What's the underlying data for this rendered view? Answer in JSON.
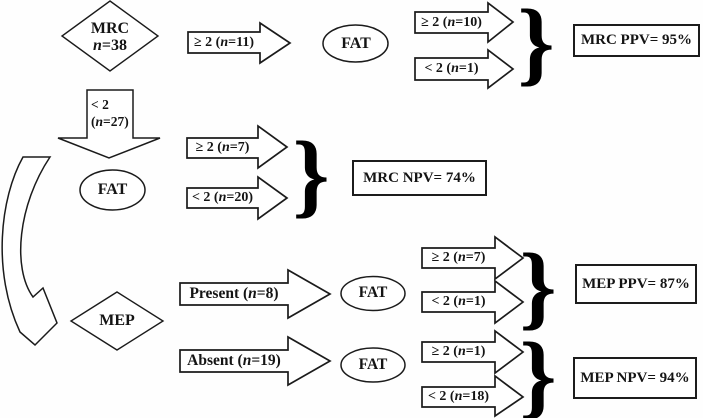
{
  "figure": {
    "brace_glyph": "}",
    "nodes": {
      "mrc_title": "MRC",
      "mrc_sub_n": "n",
      "mrc_sub_rest": "=38",
      "fat_top": "FAT",
      "fat_mid": "FAT",
      "fat_present": "FAT",
      "fat_absent": "FAT",
      "mep": "MEP"
    },
    "branch_arrows": {
      "mrc_ge2": {
        "pre": "≥ 2 (",
        "n": "n",
        "post": "=11)"
      },
      "top_fat_ge2": {
        "pre": "≥ 2 (",
        "n": "n",
        "post": "=10)"
      },
      "top_fat_lt2": {
        "pre": "< 2 (",
        "n": "n",
        "post": "=1)"
      },
      "mid_fat_ge2": {
        "pre": "≥ 2 (",
        "n": "n",
        "post": "=7)"
      },
      "mid_fat_lt2": {
        "pre": "< 2 (",
        "n": "n",
        "post": "=20)"
      },
      "mep_present": {
        "pre": "Present (",
        "n": "n",
        "post": "=8)"
      },
      "mep_absent": {
        "pre": "Absent (",
        "n": "n",
        "post": "=19)"
      },
      "pres_fat_ge2": {
        "pre": "≥ 2 (",
        "n": "n",
        "post": "=7)"
      },
      "pres_fat_lt2": {
        "pre": "< 2 (",
        "n": "n",
        "post": "=1)"
      },
      "abs_fat_ge2": {
        "pre": "≥ 2 (",
        "n": "n",
        "post": "=1)"
      },
      "abs_fat_lt2": {
        "pre": "< 2 (",
        "n": "n",
        "post": "=18)"
      }
    },
    "down_arrow": {
      "line1": "< 2",
      "line2_pre": "(",
      "line2_n": "n",
      "line2_post": "=27)"
    },
    "results": {
      "mrc_ppv": "MRC PPV= 95%",
      "mrc_npv": "MRC NPV= 74%",
      "mep_ppv": "MEP PPV= 87%",
      "mep_npv": "MEP NPV= 94%"
    }
  }
}
